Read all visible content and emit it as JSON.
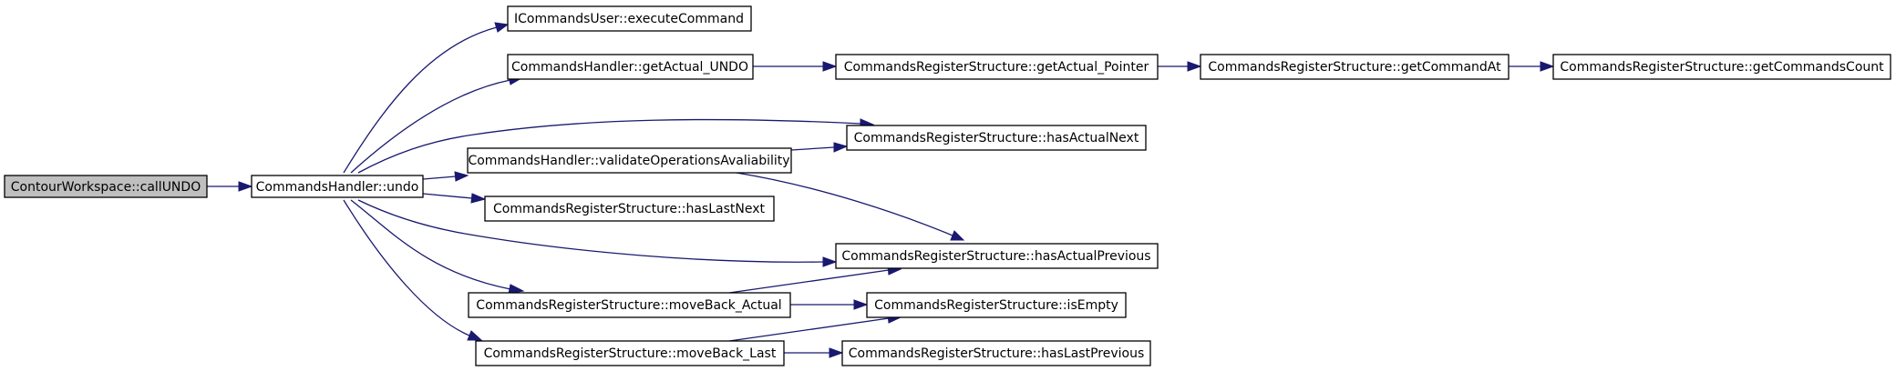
{
  "graph": {
    "nodes": [
      {
        "id": "root",
        "label": "ContourWorkspace::callUNDO"
      },
      {
        "id": "undo",
        "label": "CommandsHandler::undo"
      },
      {
        "id": "exec",
        "label": "ICommandsUser::executeCommand"
      },
      {
        "id": "getUndo",
        "label": "CommandsHandler::getActual_UNDO"
      },
      {
        "id": "getPtr",
        "label": "CommandsRegisterStructure::getActual_Pointer"
      },
      {
        "id": "getAt",
        "label": "CommandsRegisterStructure::getCommandAt"
      },
      {
        "id": "getCnt",
        "label": "CommandsRegisterStructure::getCommandsCount"
      },
      {
        "id": "hasNext",
        "label": "CommandsRegisterStructure::hasActualNext"
      },
      {
        "id": "validate",
        "label": "CommandsHandler::validateOperationsAvaliability"
      },
      {
        "id": "hasLastNext",
        "label": "CommandsRegisterStructure::hasLastNext"
      },
      {
        "id": "hasPrev",
        "label": "CommandsRegisterStructure::hasActualPrevious"
      },
      {
        "id": "moveAct",
        "label": "CommandsRegisterStructure::moveBack_Actual"
      },
      {
        "id": "isEmpty",
        "label": "CommandsRegisterStructure::isEmpty"
      },
      {
        "id": "moveLast",
        "label": "CommandsRegisterStructure::moveBack_Last"
      },
      {
        "id": "hasLastPrev",
        "label": "CommandsRegisterStructure::hasLastPrevious"
      }
    ],
    "edges": [
      {
        "from": "root",
        "to": "undo"
      },
      {
        "from": "undo",
        "to": "exec"
      },
      {
        "from": "undo",
        "to": "getUndo"
      },
      {
        "from": "undo",
        "to": "hasNext"
      },
      {
        "from": "undo",
        "to": "validate"
      },
      {
        "from": "undo",
        "to": "hasLastNext"
      },
      {
        "from": "undo",
        "to": "hasPrev"
      },
      {
        "from": "undo",
        "to": "moveAct"
      },
      {
        "from": "undo",
        "to": "moveLast"
      },
      {
        "from": "getUndo",
        "to": "getPtr"
      },
      {
        "from": "getPtr",
        "to": "getAt"
      },
      {
        "from": "getAt",
        "to": "getCnt"
      },
      {
        "from": "validate",
        "to": "hasNext"
      },
      {
        "from": "validate",
        "to": "hasPrev"
      },
      {
        "from": "moveAct",
        "to": "hasPrev"
      },
      {
        "from": "moveAct",
        "to": "isEmpty"
      },
      {
        "from": "moveLast",
        "to": "isEmpty"
      },
      {
        "from": "moveLast",
        "to": "hasLastPrev"
      }
    ],
    "colors": {
      "edge": "#191970",
      "root_fill": "#bfbfbf",
      "node_fill": "#ffffff",
      "border": "#000000"
    }
  }
}
